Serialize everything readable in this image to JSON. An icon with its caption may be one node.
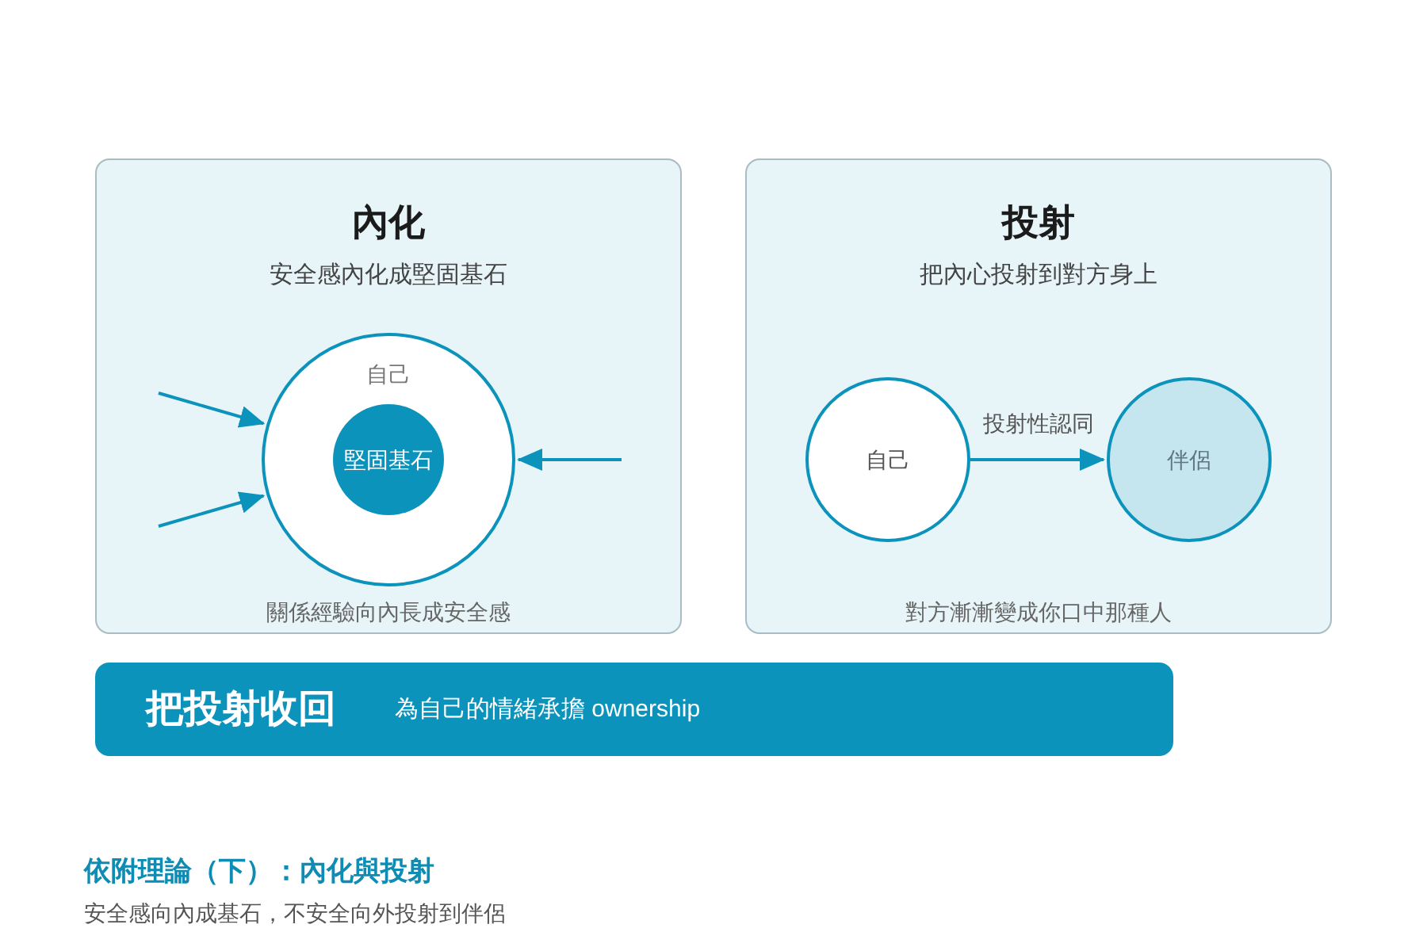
{
  "diagram": {
    "title": "依附理論（下）：內化與投射",
    "caption": "安全感向內成基石，不安全向外投射到伴侶",
    "nodes": [
      {
        "text": [
          "內化",
          "安全感內化成堅固基石",
          "關係經驗向內長成安全感"
        ]
      },
      {
        "text": [
          "自己"
        ],
        "in": 0
      },
      {
        "text": [
          "堅固基石"
        ],
        "in": 1
      },
      {
        "text": [
          "投射",
          "把內心投射到對方身上",
          "對方漸漸變成你口中那種人"
        ]
      },
      {
        "text": [
          "自己"
        ],
        "in": 3
      },
      {
        "text": [
          "伴侶"
        ],
        "in": 3
      },
      {
        "text": [
          "把投射收回",
          "為自己的情緒承擔 ownership"
        ]
      }
    ],
    "edges": [
      {
        "from": null,
        "to": 1,
        "arrow": "to"
      },
      {
        "from": null,
        "to": 1,
        "arrow": "to"
      },
      {
        "from": null,
        "to": 1,
        "arrow": "to"
      },
      {
        "from": 4,
        "to": 5,
        "arrow": "to",
        "label": "投射性認同"
      }
    ]
  }
}
